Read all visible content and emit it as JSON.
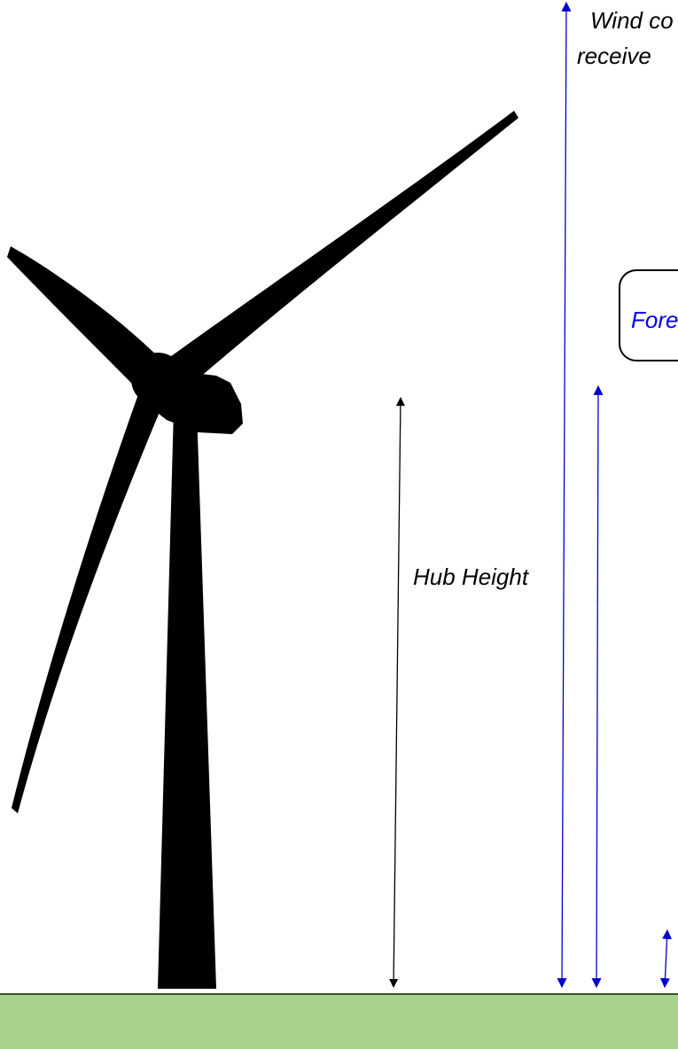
{
  "labels": {
    "hub_height": "Hub Height",
    "wind_line1": "Wind co",
    "wind_line2": "receive",
    "fore": "Fore"
  },
  "colors": {
    "ground_fill": "#a9d18e",
    "ground_stroke": "#385723",
    "turbine": "#000000",
    "blue_arrow": "#0000cc",
    "black_arrow": "#000000",
    "fore_text": "#0000ee"
  },
  "icons": {
    "turbine": "wind-turbine-silhouette"
  }
}
